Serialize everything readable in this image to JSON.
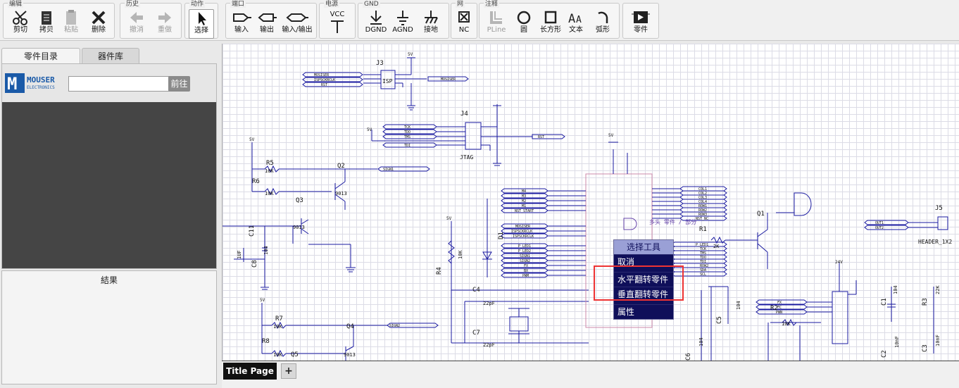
{
  "toolbar": {
    "groups": {
      "edit": "编辑",
      "history": "历史",
      "action": "动作",
      "port": "端口",
      "power": "电源",
      "gnd": "GND",
      "net": "网",
      "annotate": "注释"
    },
    "buttons": {
      "cut": "剪切",
      "copy": "拷贝",
      "paste": "粘贴",
      "delete": "删除",
      "undo": "撤消",
      "redo": "重做",
      "select": "选择",
      "input": "输入",
      "output": "输出",
      "inout": "输入/输出",
      "vcc": "VCC",
      "dgnd": "DGND",
      "agnd": "AGND",
      "earth": "接地",
      "nc": "NC",
      "pline": "PLine",
      "circle": "圆",
      "rect": "长方形",
      "text": "文本",
      "arc": "弧形",
      "part": "零件"
    }
  },
  "left_panel": {
    "tabs": [
      "零件目录",
      "器件库"
    ],
    "logo_text": "MOUSER",
    "logo_sub": "ELECTRONICS",
    "search_placeholder": "",
    "go_label": "前往",
    "results_title": "結果"
  },
  "page_tabs": {
    "current": "Title Page",
    "add": "+"
  },
  "context_menu": {
    "header": "选择工具",
    "items": [
      "取消",
      "水平翻转零件",
      "垂直翻转零件",
      "属性"
    ]
  },
  "schematic": {
    "refs": [
      "J3",
      "J4",
      "R5",
      "R6",
      "Q2",
      "Q3",
      "C11",
      "C8",
      "D1",
      "R4",
      "C4",
      "C7",
      "R7",
      "R8",
      "Q4",
      "Q5",
      "R1",
      "Q1",
      "J5",
      "C5",
      "C6",
      "R2",
      "C1",
      "C2",
      "R3",
      "C3"
    ],
    "labels": {
      "isp": "ISP",
      "jtag": "JTAG",
      "header": "HEADER_1X2",
      "v5": "5V",
      "v24": "24V",
      "r10k": "10K",
      "r2k": "2K",
      "r22k": "22K",
      "q9013": "9013",
      "c104": "104",
      "c22pf": "22pF",
      "c10nf": "10nF",
      "c1uf": "1UF",
      "watermark": "多头 零件 / 部分"
    },
    "nets": {
      "mosiser": "MOSISER",
      "isprclk": "ISPSCKRCLK",
      "rst": "RST",
      "tck": "TCK",
      "tdo": "TDO",
      "tms": "TMS",
      "tdi": "TDI",
      "sign1": "SIGN1",
      "sign2": "SIGN2",
      "m4": "M4",
      "m3": "M3",
      "m2": "M2",
      "m1": "M1",
      "nst_start": "NST_START",
      "p_led1": "P_LED1",
      "p_led2": "P_LED2",
      "fx": "FX",
      "bx": "BX",
      "pwm": "PWM",
      "col1": "COL1",
      "col2": "COL2",
      "col3": "COL3",
      "col4": "COL4",
      "row1": "ROW1",
      "row2": "ROW2",
      "row3": "ROW3",
      "nst_nc": "NST_NC",
      "sda": "SDA",
      "scl": "SCL",
      "out1": "OUT1",
      "out2": "OUT2",
      "fc": "FC",
      "pwn": "PWN"
    }
  },
  "colors": {
    "wire": "#1a1aa0",
    "menu_bg": "#0f0f5a",
    "highlight": "#e33333",
    "tab_active": "#111111"
  }
}
